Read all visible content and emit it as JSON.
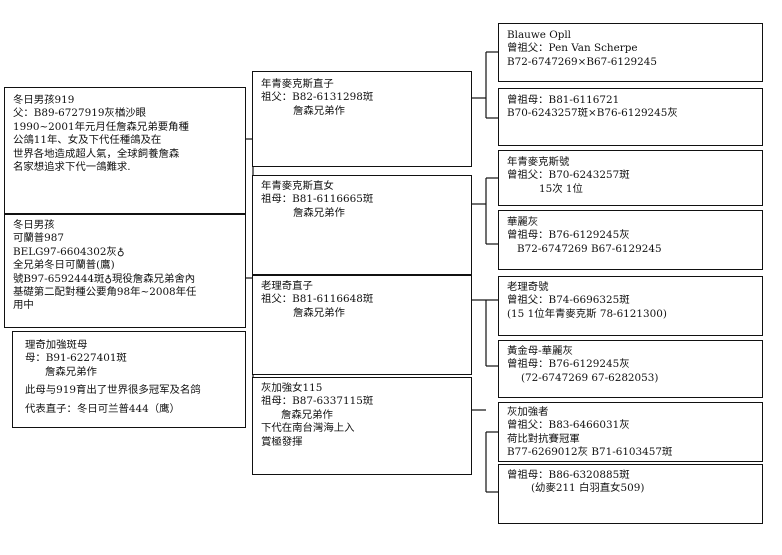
{
  "boxes": {
    "sire": {
      "lines": [
        "冬日男孩919",
        "父：B89-6727919灰楢沙眼",
        "1990~2001年元月任詹森兄弟要角種",
        "公鴿11年、女及下代任種鴿及在",
        "世界各地造成超人氣，全球飼養詹森",
        "名家想追求下代一鴿難求."
      ]
    },
    "dam": {
      "lines": [
        "冬日男孩",
        "可蘭普987",
        "BELG97-6604302灰♁",
        "全兄弟冬日可蘭普(鷹)",
        "號B97-6592444斑♁現役詹森兄弟舍內",
        "基礎第二配對種公要角98年~2008年任",
        "用中"
      ]
    },
    "third": {
      "lines": [
        "理奇加強斑母",
        "母：B91-6227401斑",
        "詹森兄弟作",
        "此母与919育出了世界很多冠军及名鸽",
        "代表直子：冬日可兰普444（鹰）"
      ]
    },
    "g1": {
      "lines": [
        "年青麥克斯直子",
        "祖父：B82-6131298斑",
        "詹森兄弟作"
      ]
    },
    "g2": {
      "lines": [
        "年青麥克斯直女",
        "祖母：B81-6116665斑",
        "詹森兄弟作"
      ]
    },
    "g3": {
      "lines": [
        "老理奇直子",
        "祖父：B81-6116648斑",
        "詹森兄弟作"
      ]
    },
    "g4": {
      "lines": [
        "灰加強女115",
        "祖母：B87-6337115斑",
        "詹森兄弟作",
        "下代在南台灣海上入",
        "賞極發揮"
      ]
    },
    "gg1": {
      "lines": [
        "Blauwe Opll",
        "曾祖父：Pen Van Scherpe",
        "B72-6747269×B67-6129245"
      ]
    },
    "gg2": {
      "lines": [
        "曾祖母：B81-6116721",
        "B70-6243257斑×B76-6129245灰"
      ]
    },
    "gg3": {
      "lines": [
        "年青麥克斯號",
        "曾祖父：B70-6243257斑",
        "15次 1位"
      ]
    },
    "gg4": {
      "lines": [
        "華麗灰",
        "曾祖母：B76-6129245灰",
        "B72-6747269 B67-6129245"
      ]
    },
    "gg5": {
      "lines": [
        "老理奇號",
        "曾祖父：B74-6696325斑",
        "(15 1位年青麥克斯 78-6121300)"
      ]
    },
    "gg6": {
      "lines": [
        "黃金母-華麗灰",
        "曾祖母：B76-6129245灰",
        "(72-6747269 67-6282053)"
      ]
    },
    "gg7": {
      "lines": [
        "灰加強者",
        "曾祖父：B83-6466031灰",
        "荷比對抗賽冠軍",
        "B77-6269012灰 B71-6103457斑"
      ]
    },
    "gg8": {
      "lines": [
        "曾祖母：B86-6320885斑",
        "(幼麥211 白羽直女509)"
      ]
    }
  }
}
